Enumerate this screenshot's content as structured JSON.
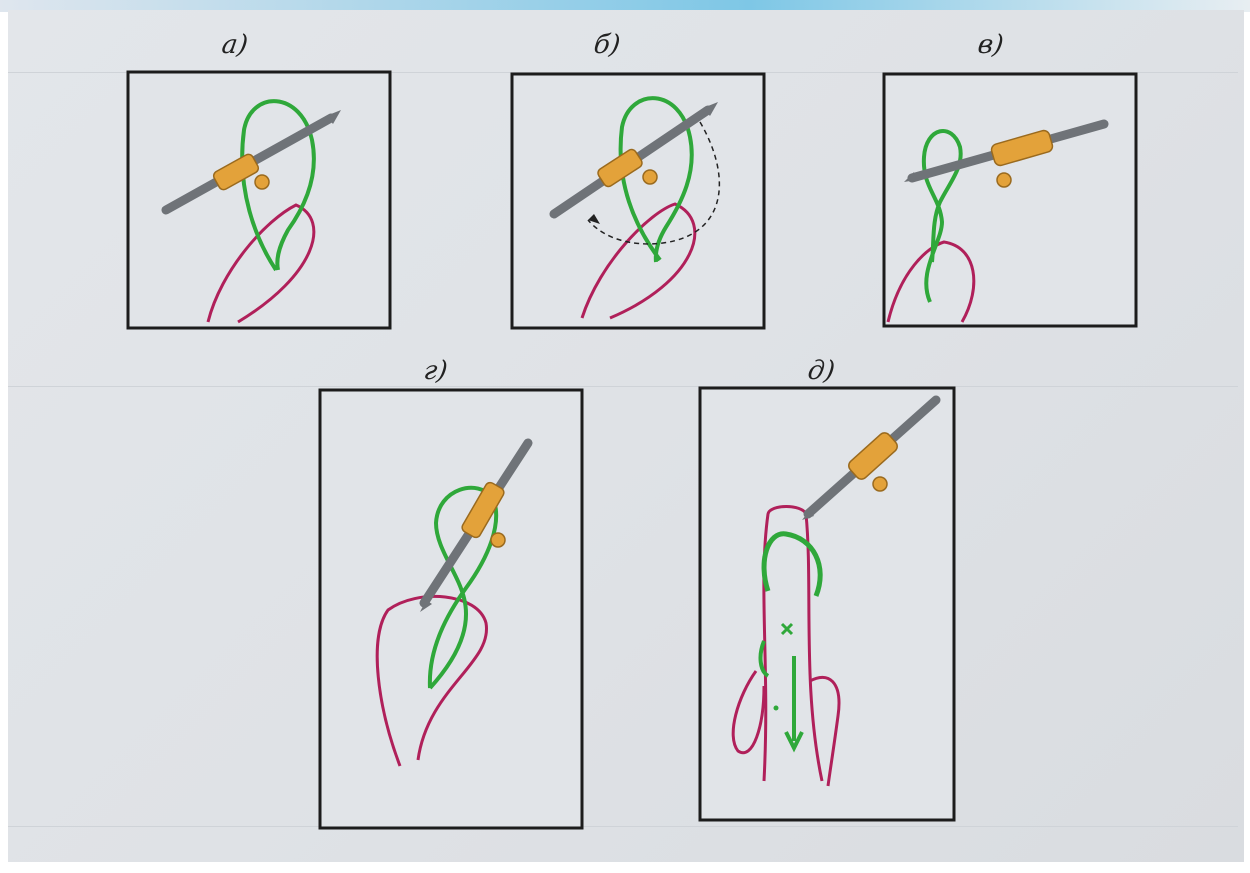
{
  "panels": {
    "a": {
      "label": "а)"
    },
    "b": {
      "label": "б)"
    },
    "v": {
      "label": "в)"
    },
    "g": {
      "label": "г)"
    },
    "d": {
      "label": "д)"
    }
  },
  "colors": {
    "thread_green": "#2fa83a",
    "thread_crimson": "#b0205a",
    "hook_handle": "#e3a23a",
    "hook_metal": "#6f7378",
    "frame": "#1c1c1c",
    "paper": "#e1e4e8"
  },
  "icons": {
    "hook": "crochet-hook-icon",
    "arrow": "dashed-rotation-arrow-icon"
  }
}
